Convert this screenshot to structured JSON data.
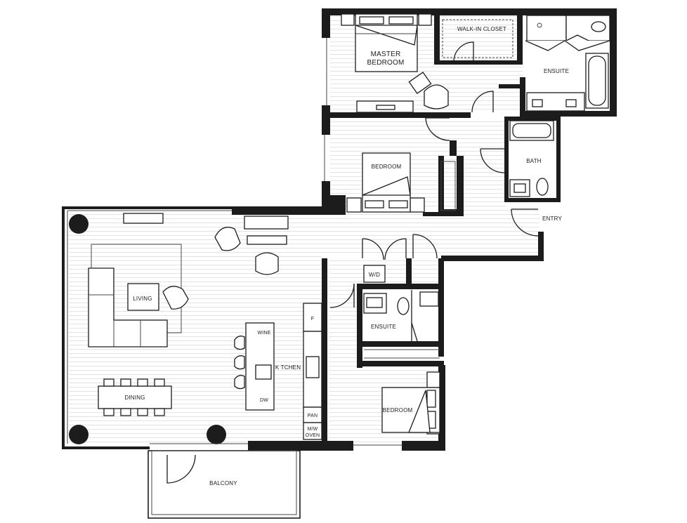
{
  "rooms": {
    "master_bedroom_line1": "MASTER",
    "master_bedroom_line2": "BEDROOM",
    "walk_in_closet": "WALK-IN CLOSET",
    "ensuite_master": "ENSUITE",
    "bedroom_2": "BEDROOM",
    "bath": "BATH",
    "entry": "ENTRY",
    "living": "LIVING",
    "wd": "W/D",
    "ensuite_2": "ENSUITE",
    "kitchen": "K TCHEN",
    "wine": "WINE",
    "dw": "DW",
    "fridge": "F",
    "pan": "PAN",
    "mw_line1": "M/W",
    "mw_line2": "OVEN",
    "dining": "DINING",
    "bedroom_3": "BEDROOM",
    "balcony": "BALCONY"
  }
}
